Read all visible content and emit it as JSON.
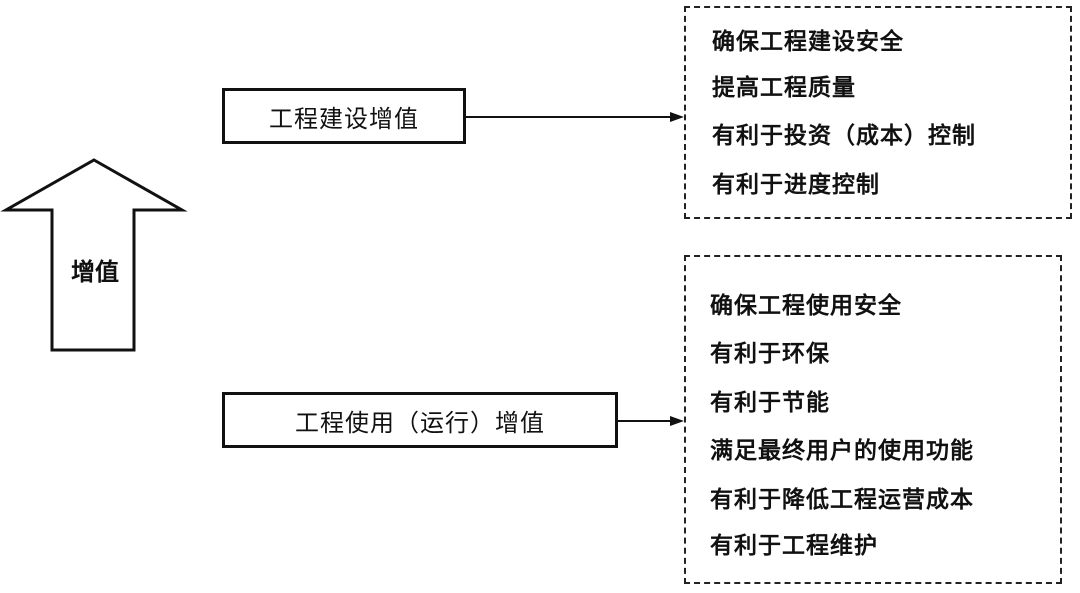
{
  "arrow_label": "增值",
  "construction": {
    "label": "工程建设增值",
    "items": [
      "确保工程建设安全",
      "提高工程质量",
      "有利于投资（成本）控制",
      "有利于进度控制"
    ]
  },
  "operation": {
    "label": "工程使用（运行）增值",
    "items": [
      "确保工程使用安全",
      "有利于环保",
      "有利于节能",
      "满足最终用户的使用功能",
      "有利于降低工程运营成本",
      "有利于工程维护"
    ]
  }
}
